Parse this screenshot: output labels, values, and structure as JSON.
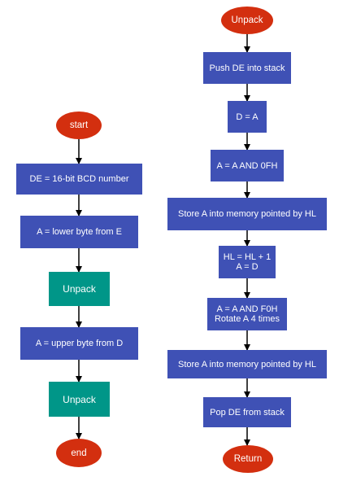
{
  "colors": {
    "process": "#3f51b5",
    "subroutine": "#009688",
    "terminal": "#d32f0f",
    "connector": "#000000"
  },
  "left_flow": {
    "start": "start",
    "step1": "DE = 16-bit BCD number",
    "step2": "A = lower byte from E",
    "call1": "Unpack",
    "step3": "A = upper byte from D",
    "call2": "Unpack",
    "end": "end"
  },
  "right_flow": {
    "start": "Unpack",
    "step1": "Push DE into stack",
    "step2": "D = A",
    "step3": "A = A AND 0FH",
    "step4": "Store A into memory pointed by HL",
    "step5": "HL = HL + 1\nA = D",
    "step6": "A = A AND F0H\nRotate A 4 times",
    "step7": "Store A into memory pointed by HL",
    "step8": "Pop DE from stack",
    "end": "Return"
  }
}
